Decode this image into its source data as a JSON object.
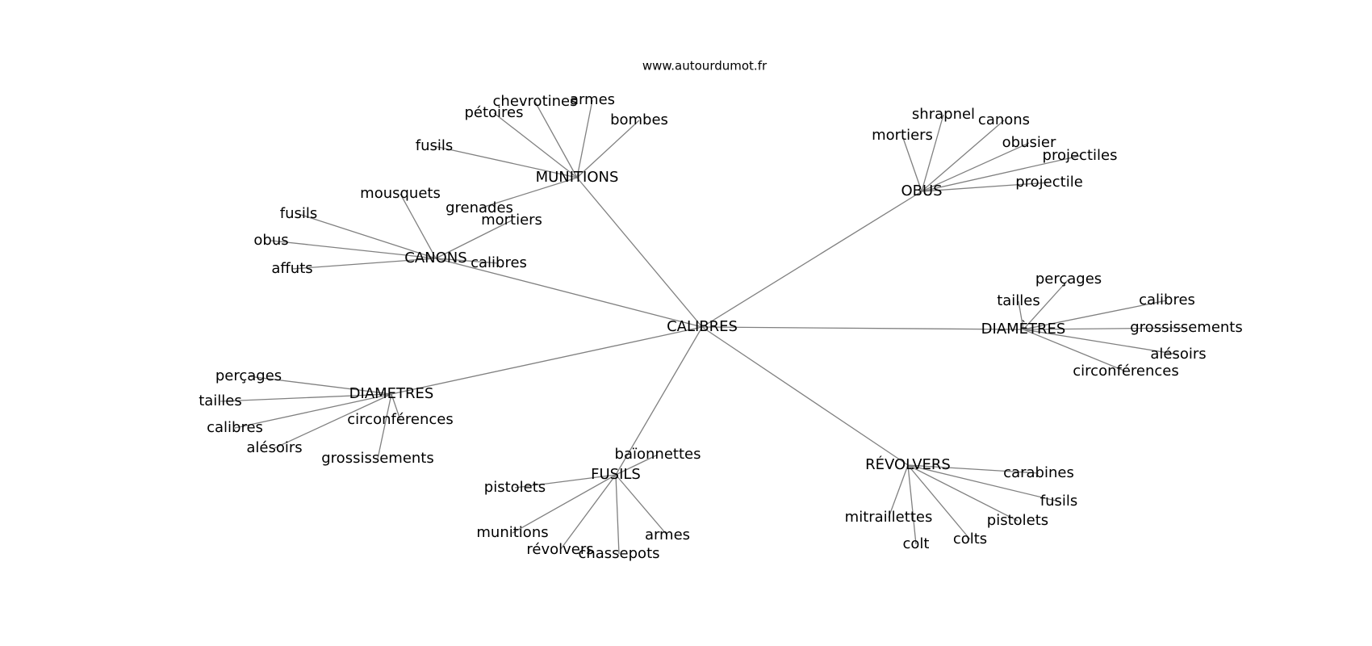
{
  "site": "www.autourdumot.fr",
  "center": "CALIBRES",
  "groups": [
    {
      "hub": "MUNITIONS",
      "leaves": [
        "chevrotines",
        "armes",
        "pétoires",
        "bombes",
        "fusils",
        "grenades"
      ]
    },
    {
      "hub": "OBUS",
      "leaves": [
        "shrapnel",
        "canons",
        "mortiers",
        "obusier",
        "projectiles",
        "projectile"
      ]
    },
    {
      "hub": "CANONS",
      "leaves": [
        "mousquets",
        "fusils",
        "obus",
        "affuts",
        "mortiers",
        "calibres"
      ]
    },
    {
      "hub": "DIAMÈTRES",
      "leaves": [
        "perçages",
        "tailles",
        "calibres",
        "grossissements",
        "alésoirs",
        "circonférences"
      ]
    },
    {
      "hub": "DIAMETRES",
      "leaves": [
        "perçages",
        "tailles",
        "calibres",
        "alésoirs",
        "circonférences",
        "grossissements"
      ]
    },
    {
      "hub": "FUSILS",
      "leaves": [
        "baïonnettes",
        "pistolets",
        "munitions",
        "révolvers",
        "chassepots",
        "armes"
      ]
    },
    {
      "hub": "RÉVOLVERS",
      "leaves": [
        "carabines",
        "fusils",
        "mitraillettes",
        "pistolets",
        "colt",
        "colts"
      ]
    }
  ],
  "colors": {
    "edge": "#808080",
    "text": "#000000",
    "background": "#ffffff"
  }
}
